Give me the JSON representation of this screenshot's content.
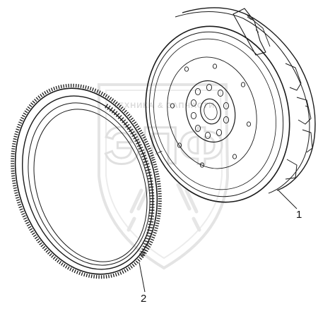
{
  "watermark": {
    "lettering": "ТЕХНИКА & ЗАПЧАСТИ",
    "monogram": "ЭПФ",
    "icon": "shield-watermark-icon"
  },
  "callouts": {
    "flywheel": "1",
    "ring_gear": "2"
  },
  "colors": {
    "line": "#1a1a1a",
    "watermark": "#d6d6d6"
  }
}
